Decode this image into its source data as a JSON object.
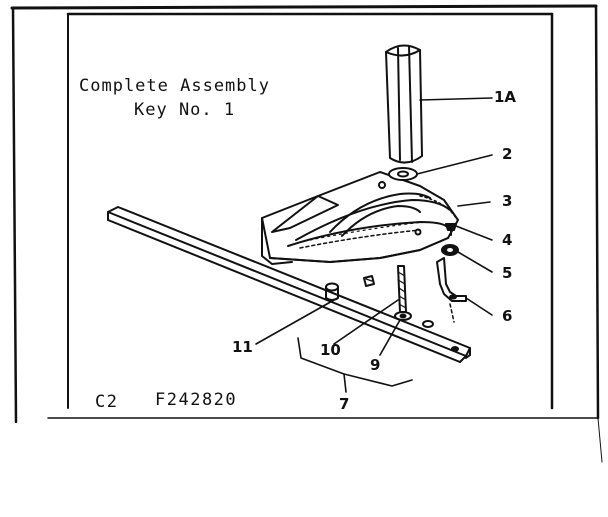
{
  "title": {
    "line1": "Complete Assembly",
    "line2": "Key No. 1"
  },
  "footer": {
    "code_left": "C2",
    "code_right": "F242820"
  },
  "callouts": [
    "1A",
    "2",
    "3",
    "4",
    "5",
    "6",
    "7",
    "9",
    "10",
    "11"
  ]
}
